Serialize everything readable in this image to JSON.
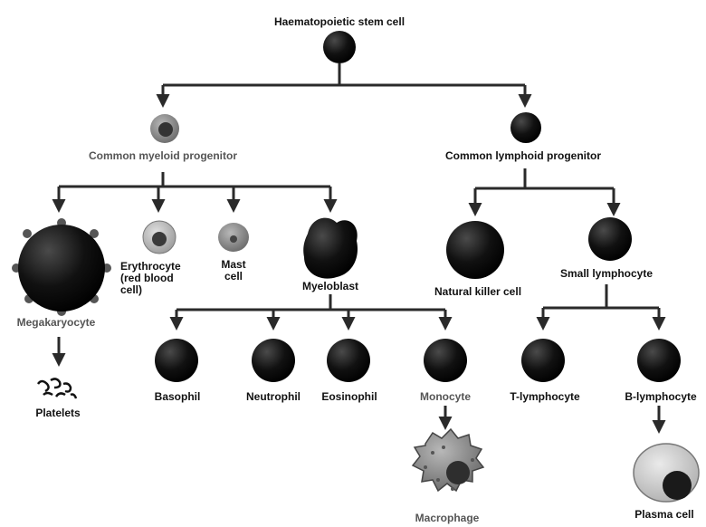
{
  "nodes": {
    "stem": "Haematopoietic stem cell",
    "myeloid_progenitor": "Common myeloid progenitor",
    "lymphoid_progenitor": "Common lymphoid progenitor",
    "megakaryocyte": "Megakaryocyte",
    "platelets": "Platelets",
    "erythrocyte": "Erythrocyte\n(red blood\ncell)",
    "mast_cell": "Mast\ncell",
    "myeloblast": "Myeloblast",
    "natural_killer": "Natural killer cell",
    "small_lymphocyte": "Small lymphocyte",
    "basophil": "Basophil",
    "neutrophil": "Neutrophil",
    "eosinophil": "Eosinophil",
    "monocyte": "Monocyte",
    "macrophage": "Macrophage",
    "t_lymphocyte": "T-lymphocyte",
    "b_lymphocyte": "B-lymphocyte",
    "plasma_cell": "Plasma cell"
  },
  "colors": {
    "line": "#2a2a2a",
    "cell_dark": "#0d0d0d",
    "cell_grey": "#8c8c8c",
    "erythrocyte": "#b0b0b0",
    "macrophage": "#9a9a9a",
    "plasma_cell": "#c6c6c6"
  }
}
